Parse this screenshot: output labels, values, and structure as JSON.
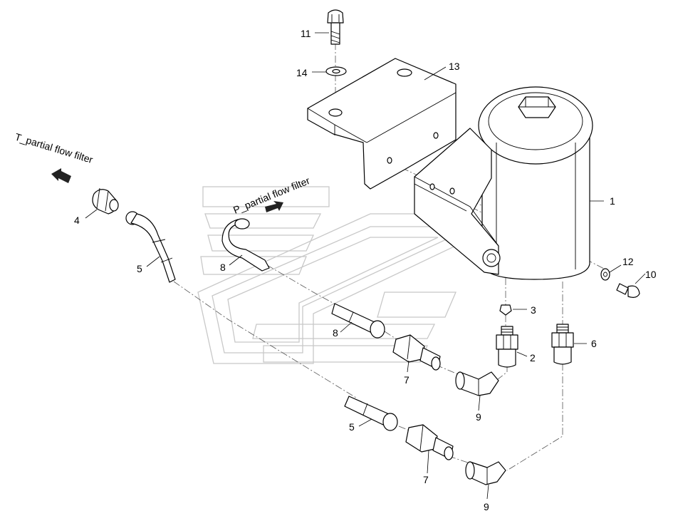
{
  "flow_labels": {
    "t_filter": "T_partial flow filter",
    "p_filter": "P_partial flow filter"
  },
  "callouts": [
    "1",
    "2",
    "3",
    "4",
    "5",
    "5",
    "6",
    "7",
    "7",
    "8",
    "8",
    "9",
    "9",
    "10",
    "11",
    "12",
    "13",
    "14"
  ]
}
